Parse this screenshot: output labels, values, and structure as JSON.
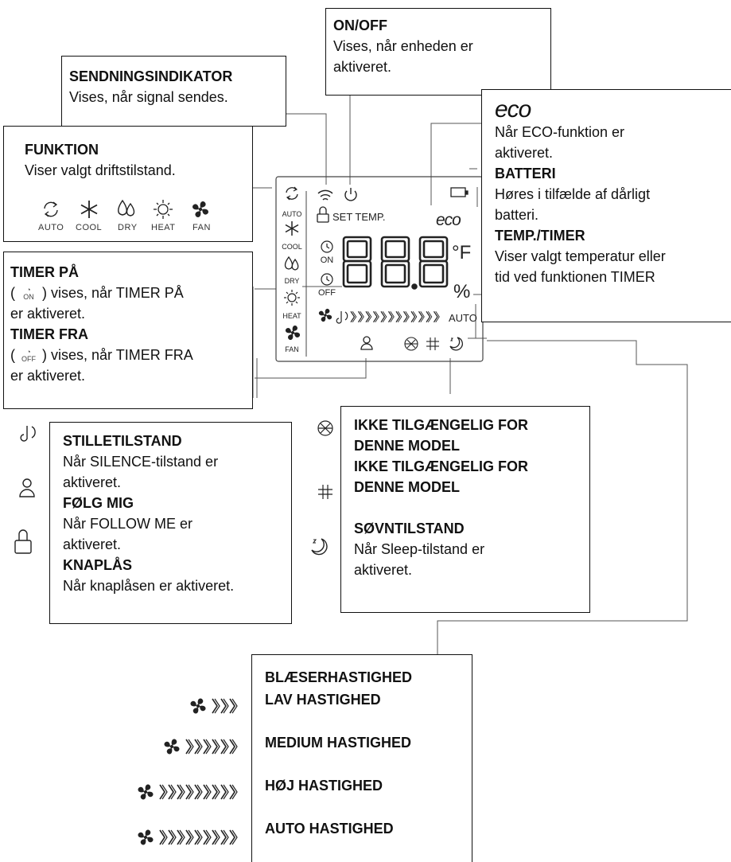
{
  "on_off": {
    "title": "ON/OFF",
    "lines": [
      "Vises, når enheden er",
      "aktiveret."
    ]
  },
  "sending": {
    "title": "SENDNINGSINDIKATOR",
    "lines": [
      "Vises, når signal sendes."
    ]
  },
  "eco": {
    "logo": "eco",
    "lines": [
      "Når ECO-funktion er",
      "aktiveret."
    ],
    "battery_title": "BATTERI",
    "battery_lines": [
      "Høres i tilfælde af dårligt",
      "batteri."
    ],
    "temp_title": "TEMP./TIMER",
    "temp_lines": [
      "Viser valgt temperatur eller",
      "tid ved funktionen TIMER"
    ]
  },
  "function": {
    "title": "FUNKTION",
    "lines": [
      "Viser valgt driftstilstand."
    ],
    "modes": [
      "AUTO",
      "COOL",
      "DRY",
      "HEAT",
      "FAN"
    ]
  },
  "timer": {
    "on_title": "TIMER PÅ",
    "on_line1_pre": "(",
    "on_line1_post": ") vises, når TIMER PÅ",
    "on_line2": "er aktiveret.",
    "off_title": "TIMER FRA",
    "off_line1_pre": "(",
    "off_line1_post": ") vises, når TIMER FRA",
    "off_line2": "er aktiveret.",
    "on_icon_label": "ON",
    "off_icon_label": "OFF"
  },
  "lcd": {
    "set_temp": "SET TEMP.",
    "digits": "888",
    "unit_f": "°F",
    "percent": "%",
    "auto": "AUTO",
    "eco": "eco",
    "on": "ON",
    "off": "OFF",
    "modes": [
      "AUTO",
      "COOL",
      "DRY",
      "HEAT",
      "FAN"
    ]
  },
  "silence_box": {
    "silence_title": "STILLETILSTAND",
    "silence_lines": [
      "Når SILENCE-tilstand er",
      "aktiveret."
    ],
    "follow_title": "FØLG MIG",
    "follow_lines": [
      "Når FOLLOW ME er",
      "aktiveret."
    ],
    "lock_title": "KNAPLÅS",
    "lock_lines": [
      "Når knaplåsen er aktiveret."
    ]
  },
  "unavailable_box": {
    "line1": "IKKE TILGÆNGELIG FOR",
    "line2": "DENNE MODEL",
    "line3": "IKKE TILGÆNGELIG FOR",
    "line4": "DENNE MODEL",
    "sleep_title": "SØVNTILSTAND",
    "sleep_lines": [
      "Når Sleep-tilstand er",
      "aktiveret."
    ]
  },
  "fan_speed": {
    "title": "BLÆSERHASTIGHED",
    "low": "LAV HASTIGHED",
    "medium": "MEDIUM HASTIGHED",
    "high": "HØJ HASTIGHED",
    "auto": "AUTO HASTIGHED",
    "chevron_counts": [
      3,
      6,
      9,
      9
    ]
  },
  "icons": [
    "wifi-signal-icon",
    "power-icon",
    "lock-icon",
    "battery-icon",
    "fan-icon",
    "silence-icon",
    "person-icon",
    "sleep-icon",
    "snowflake-icon",
    "drop-icon",
    "sun-icon",
    "auto-cycle-icon",
    "timer-clock-icon",
    "cross-fan-icon",
    "hash-heat-icon"
  ]
}
